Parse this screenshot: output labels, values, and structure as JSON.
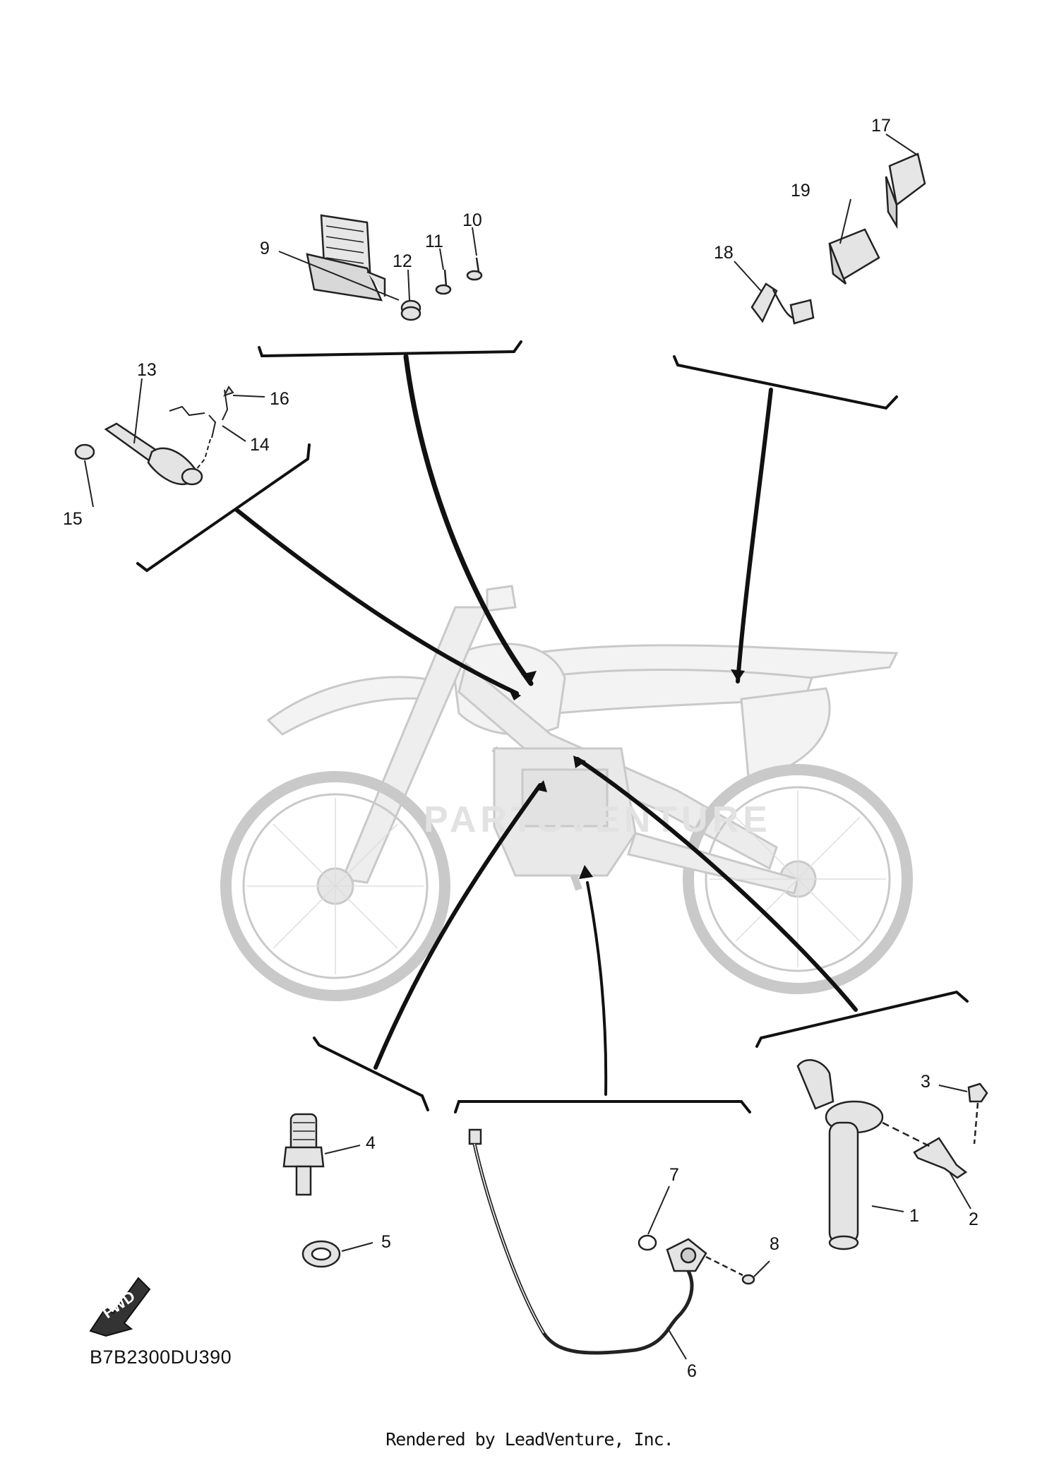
{
  "diagram": {
    "callouts": [
      "1",
      "2",
      "3",
      "4",
      "5",
      "6",
      "7",
      "8",
      "9",
      "10",
      "11",
      "12",
      "13",
      "14",
      "15",
      "16",
      "17",
      "18",
      "19"
    ],
    "direction_badge": "FWD",
    "diagram_code": "B7B2300DU390",
    "watermark": "PARTSVENTURE",
    "footer": "Rendered by LeadVenture, Inc."
  }
}
